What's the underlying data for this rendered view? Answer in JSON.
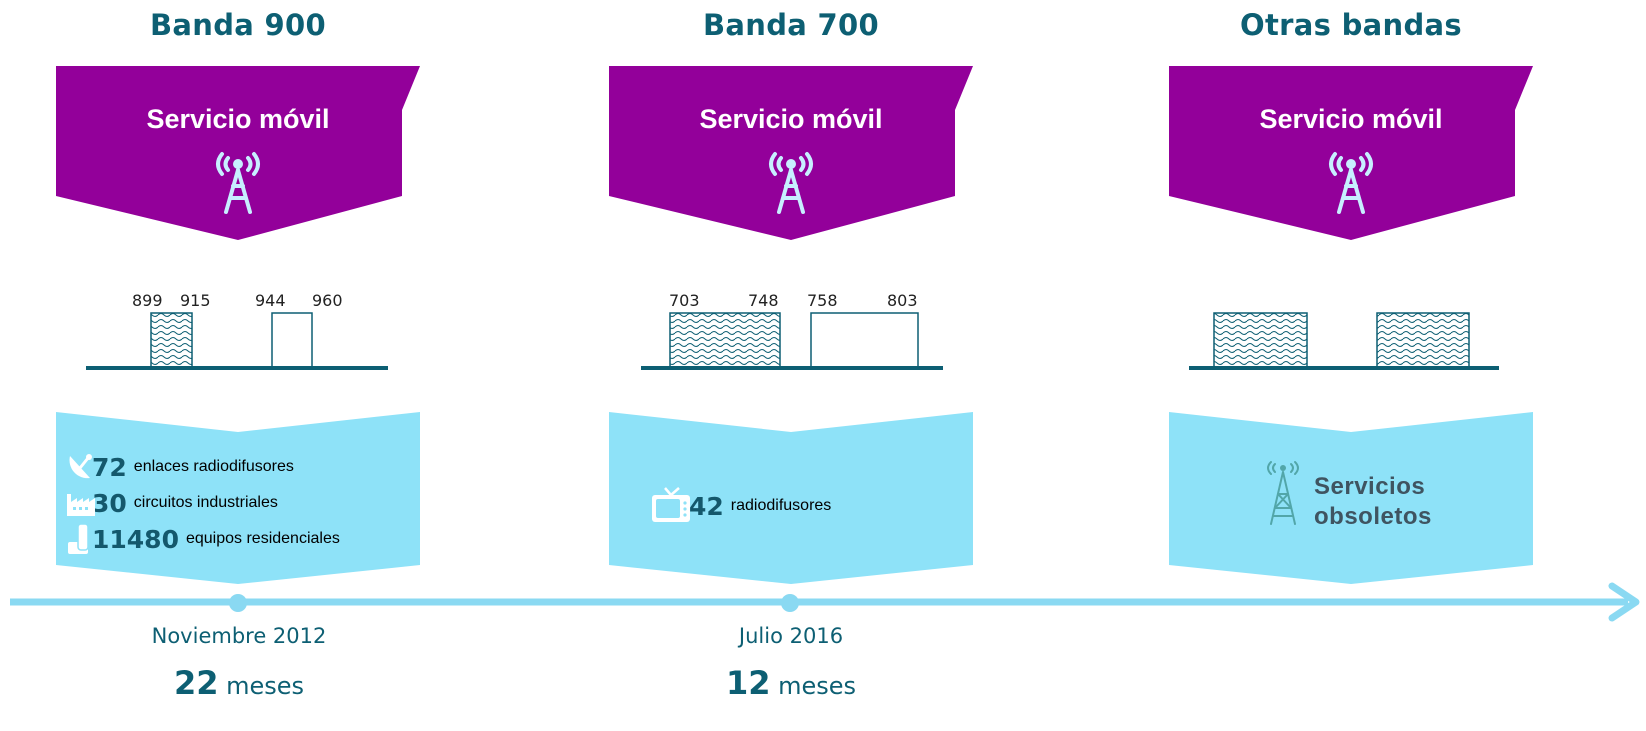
{
  "columns": [
    {
      "band": "Banda 900",
      "service": "Servicio móvil",
      "freqs": [
        "899",
        "915",
        "944",
        "960"
      ],
      "stats": [
        {
          "icon": "satellite-dish-icon",
          "value": "72",
          "label": "enlaces radiodifusores"
        },
        {
          "icon": "factory-icon",
          "value": "30",
          "label": "circuitos industriales"
        },
        {
          "icon": "cordless-phone-icon",
          "value": "11480",
          "label": "equipos residenciales"
        }
      ],
      "date": "Noviembre 2012",
      "duration_value": "22",
      "duration_unit": "meses"
    },
    {
      "band": "Banda 700",
      "service": "Servicio móvil",
      "freqs": [
        "703",
        "748",
        "758",
        "803"
      ],
      "stats": [
        {
          "icon": "tv-icon",
          "value": "42",
          "label": "radiodifusores"
        }
      ],
      "date": "Julio 2016",
      "duration_value": "12",
      "duration_unit": "meses"
    },
    {
      "band": "Otras bandas",
      "service": "Servicio móvil",
      "obsolete_line1": "Servicios",
      "obsolete_line2": "obsoletos"
    }
  ],
  "colors": {
    "title_teal": "#0d5f73",
    "service_purple": "#93009a",
    "legacy_lightblue": "#8ee2f8",
    "timeline": "#8ad9f2"
  }
}
